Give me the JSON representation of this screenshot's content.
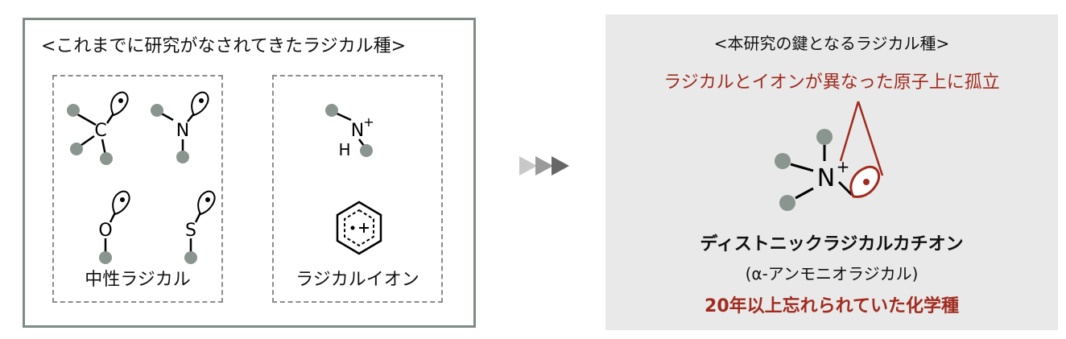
{
  "left_panel": {
    "title": "<これまでに研究がなされてきたラジカル種>",
    "neutral_box": {
      "label": "中性ラジカル",
      "atoms": {
        "carbon": "C",
        "nitrogen": "N",
        "oxygen": "O",
        "sulfur": "S"
      }
    },
    "ion_box": {
      "label": "ラジカルイオン",
      "atoms": {
        "nitrogen": "N",
        "charge": "+",
        "hydrogen": "H"
      }
    }
  },
  "right_panel": {
    "title": "<本研究の鍵となるラジカル種>",
    "annotation": "ラジカルとイオンが異なった原子上に孤立",
    "atom": "N",
    "charge": "+",
    "name": "ディストニックラジカルカチオン",
    "subname": "(α-アンモニオラジカル)",
    "tagline": "20年以上忘れられていた化学種"
  },
  "colors": {
    "accent_red": "#a02b1e",
    "substituent_gray": "#8a9590",
    "panel_border": "#7e8c84",
    "panel_bg": "#e9e9e9"
  }
}
